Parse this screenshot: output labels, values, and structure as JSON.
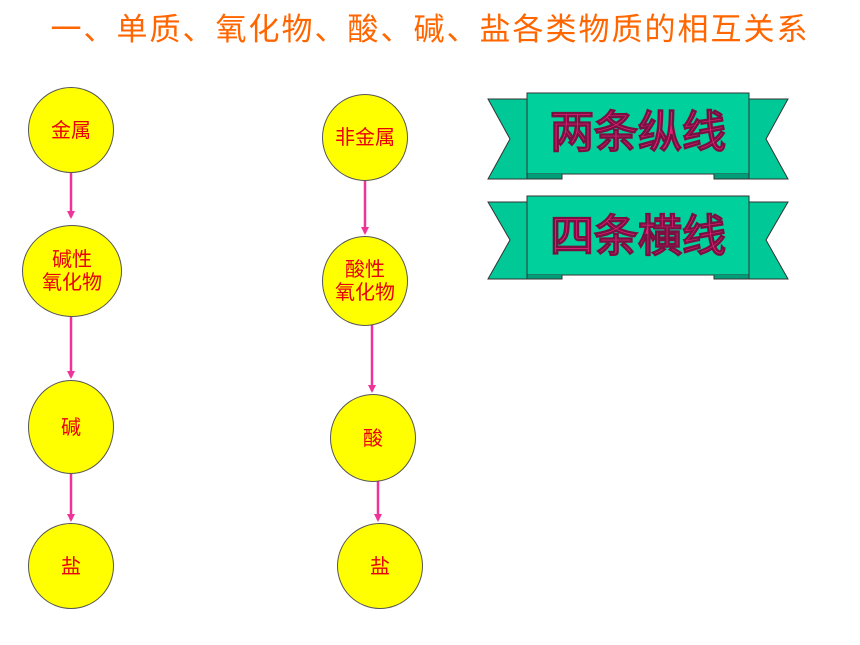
{
  "title": "一、单质、氧化物、酸、碱、盐各类物质的相互关系",
  "left_column": {
    "metal": "金属",
    "basic_oxide_1": "碱性",
    "basic_oxide_2": "氧化物",
    "base": "碱",
    "salt": "盐"
  },
  "right_column": {
    "nonmetal": "非金属",
    "acidic_oxide_1": "酸性",
    "acidic_oxide_2": "氧化物",
    "acid": "酸",
    "salt": "盐"
  },
  "banners": {
    "vertical_lines": "两条纵线",
    "horizontal_lines": "四条横线"
  },
  "colors": {
    "title": "#ff6600",
    "node_fill": "#ffff00",
    "node_text": "#e8000b",
    "arrow": "#ee3399",
    "ribbon": "#00cc99",
    "ribbon_text": "#e6207f"
  }
}
